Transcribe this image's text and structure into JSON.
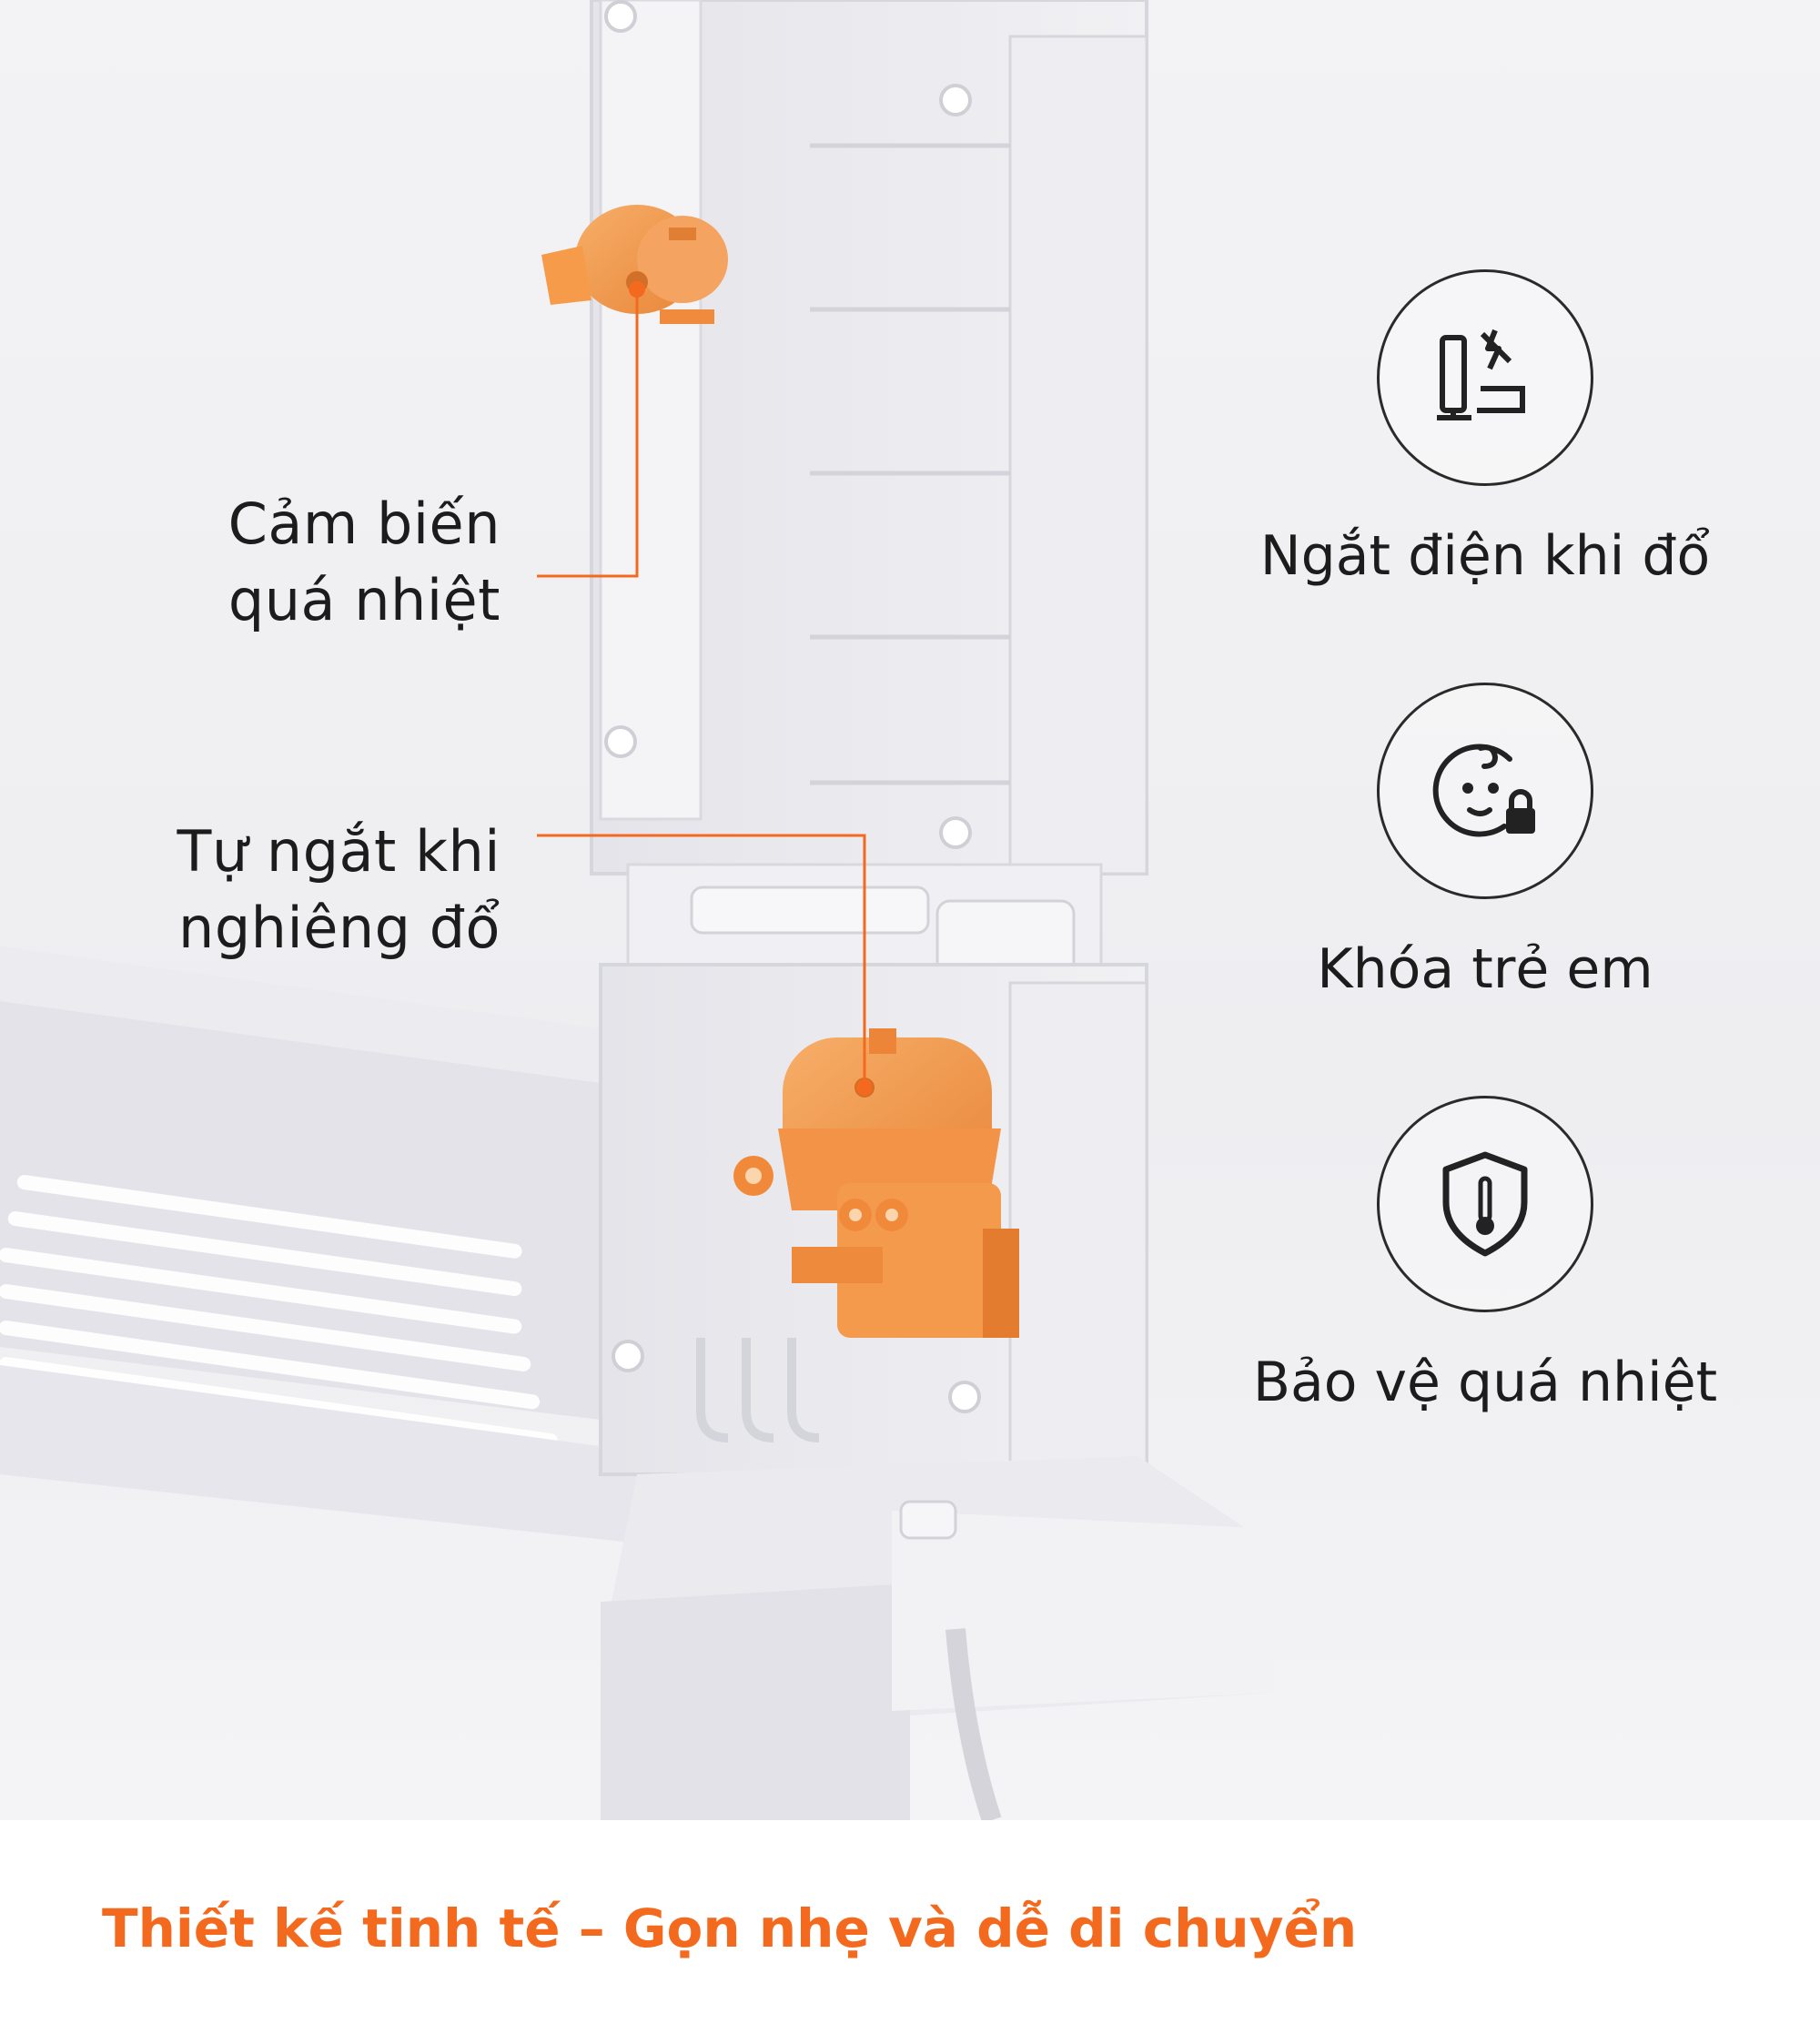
{
  "callouts": {
    "overheat_sensor": {
      "line1": "Cảm biến",
      "line2": "quá nhiệt"
    },
    "tilt_cutoff": {
      "line1": "Tự ngắt khi",
      "line2": "nghiêng đổ"
    }
  },
  "features": [
    {
      "label": "Ngắt điện khi đổ",
      "icon": "tip-over-cutoff-icon"
    },
    {
      "label": "Khóa trẻ em",
      "icon": "child-lock-icon"
    },
    {
      "label": "Bảo vệ quá nhiệt",
      "icon": "overheat-shield-icon"
    }
  ],
  "footer": {
    "title": "Thiết kế tinh tế – Gọn nhẹ và dễ di chuyển"
  },
  "colors": {
    "accent": "#f36a1f",
    "component_orange": "#f39a4c",
    "text": "#1c1c1c",
    "housing": "#e9e9ee"
  }
}
